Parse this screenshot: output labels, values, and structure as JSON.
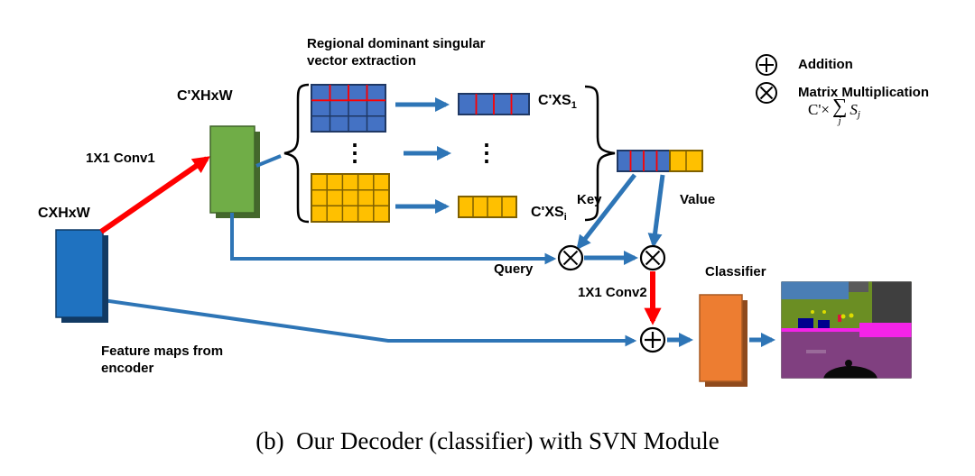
{
  "figure": {
    "caption": "(b)  Our Decoder (classifier) with SVN Module"
  },
  "legend": {
    "addition": "Addition",
    "matrix_multiplication": "Matrix Multiplication"
  },
  "labels": {
    "input_dims": "CXHxW",
    "conv1": "1X1 Conv1",
    "reduced_dims": "C'XHxW",
    "regional_line1": "Regional dominant singular",
    "regional_line2": "vector extraction",
    "singular_first": {
      "base": "C'XS",
      "sub": "1"
    },
    "singular_i": {
      "base": "C'XS",
      "sub": "i"
    },
    "sum": {
      "prefix": "C'×",
      "sigma": "∑",
      "sigma_sub": "j",
      "term": "S",
      "term_sub": "j"
    },
    "key": "Key",
    "value": "Value",
    "query": "Query",
    "conv2": "1X1 Conv2",
    "classifier": "Classifier",
    "feature_line1": "Feature maps from",
    "feature_line2": "encoder",
    "vdots": "⋮"
  },
  "colors": {
    "blue_shape": "#1F72C0",
    "green_shape": "#70AD47",
    "orange_shape": "#ED7D31",
    "grid_blue": "#4472C4",
    "grid_orange": "#FFC000",
    "arrow_blue": "#2E75B6",
    "arrow_red": "#FF0000",
    "seg_sky": "#4A7EB5",
    "seg_vegetation": "#6B8E23",
    "seg_building": "#3F3F3F",
    "seg_road": "#804080",
    "seg_sidewalk": "#F423E8",
    "seg_car": "#00008E"
  }
}
